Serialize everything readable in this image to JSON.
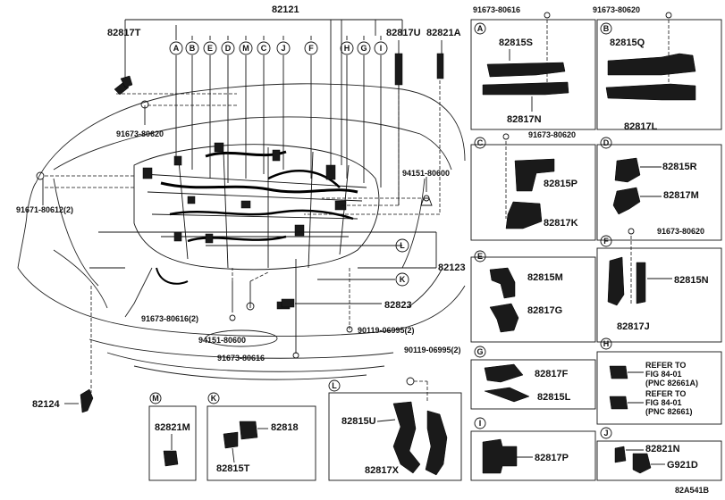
{
  "main": {
    "top_part": "82121",
    "part_82817T": "82817T",
    "part_82817U": "82817U",
    "part_82821A": "82821A",
    "part_82123": "82123",
    "part_82823": "82823",
    "part_82124": "82124",
    "bolt_91673_80620": "91673-80620",
    "bolt_91671": "91671-80612(2)",
    "bolt_94151_right": "94151-80600",
    "bolt_91673_80616_2": "91673-80616(2)",
    "bolt_94151_bottom": "94151-80600",
    "bolt_91673_80616": "91673-80616",
    "bolt_90119_a": "90119-06995(2)",
    "bolt_90119_b": "90119-06995(2)",
    "callouts": [
      "A",
      "B",
      "E",
      "D",
      "M",
      "C",
      "J",
      "F",
      "H",
      "G",
      "I"
    ],
    "callout_L": "L",
    "callout_K": "K"
  },
  "panels": {
    "A": {
      "letter": "A",
      "bolt": "91673-80616",
      "p1": "82815S",
      "p2": "82817N"
    },
    "B": {
      "letter": "B",
      "bolt": "91673-80620",
      "p1": "82815Q",
      "p2": "82817L"
    },
    "C": {
      "letter": "C",
      "bolt": "91673-80620",
      "p1": "82815P",
      "p2": "82817K"
    },
    "D": {
      "letter": "D",
      "p1": "82815R",
      "p2": "82817M"
    },
    "E": {
      "letter": "E",
      "p1": "82815M",
      "p2": "82817G"
    },
    "F": {
      "letter": "F",
      "bolt": "91673-80620",
      "p1": "82815N",
      "p2": "82817J"
    },
    "G": {
      "letter": "G",
      "p1": "82817F",
      "p2": "82815L"
    },
    "H": {
      "letter": "H",
      "ref1_l1": "REFER TO",
      "ref1_l2": "FIG 84-01",
      "ref1_l3": "(PNC 82661A)",
      "ref2_l1": "REFER TO",
      "ref2_l2": "FIG 84-01",
      "ref2_l3": "(PNC 82661)"
    },
    "I": {
      "letter": "I",
      "p1": "82817P"
    },
    "J": {
      "letter": "J",
      "p1": "82821N",
      "p2": "G921D"
    },
    "K": {
      "letter": "K",
      "p1": "82818",
      "p2": "82815T"
    },
    "L": {
      "letter": "L",
      "p1": "82815U",
      "p2": "82817X"
    },
    "M": {
      "letter": "M",
      "p1": "82821M"
    }
  },
  "footer": {
    "code": "82A541B"
  }
}
